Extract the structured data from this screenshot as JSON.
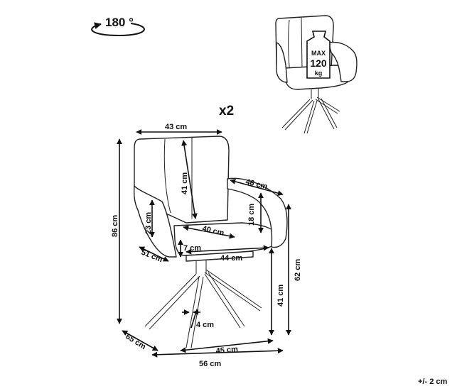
{
  "rotation_label": "180 °",
  "quantity_label": "x2",
  "max_load": {
    "line1": "MAX",
    "line2": "120",
    "line3": "kg"
  },
  "dimensions": {
    "top_width": "43 cm",
    "backrest_height": "41 cm",
    "armrest_depth": "46 cm",
    "armrest_height": "18 cm",
    "side_height": "23 cm",
    "seat_depth": "40 cm",
    "total_height": "86 cm",
    "seat_height": "62 cm",
    "leg_height": "41 cm",
    "seat_front": "51 cm",
    "seat_thickness": "7 cm",
    "seat_width": "44 cm",
    "leg_width": "4 cm",
    "base_depth": "65 cm",
    "base_front": "45 cm",
    "base_width": "56 cm"
  },
  "tolerance": "+/- 2 cm",
  "colors": {
    "line": "#111111",
    "background": "#ffffff"
  }
}
